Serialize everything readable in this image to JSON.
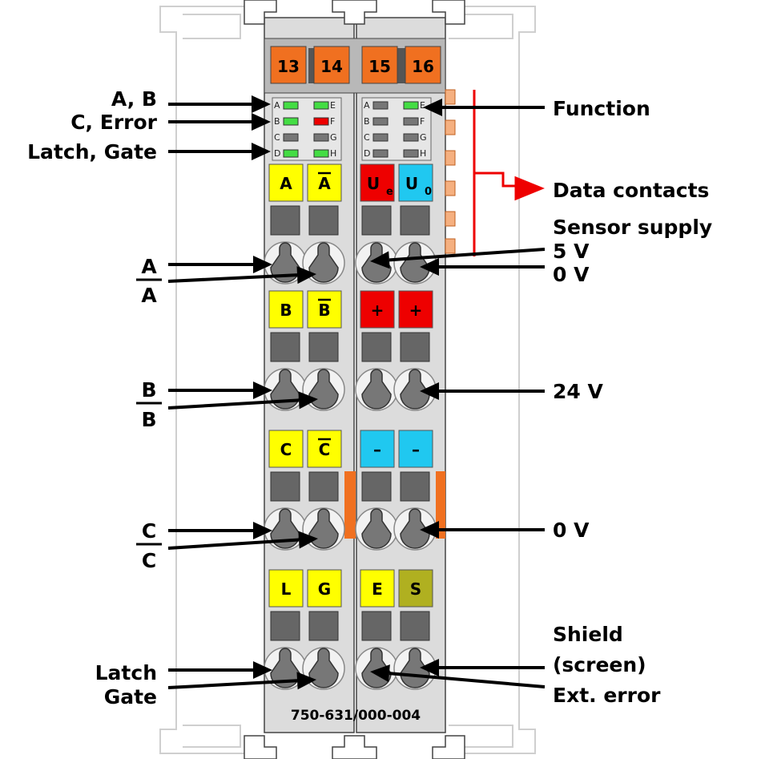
{
  "terminal_numbers": [
    "13",
    "14",
    "15",
    "16"
  ],
  "led_letters": [
    "A",
    "B",
    "C",
    "D",
    "E",
    "F",
    "G",
    "H"
  ],
  "left_labels": {
    "ab": "A, B",
    "c_error": "C, Error",
    "latch_gate": "Latch, Gate",
    "a": "A",
    "a_bar": "A",
    "b": "B",
    "b_bar": "B",
    "c": "C",
    "c_bar": "C",
    "latch": "Latch",
    "gate": "Gate"
  },
  "right_labels": {
    "function": "Function",
    "data_contacts": "Data contacts",
    "sensor_supply": "Sensor supply",
    "v5": "5 V",
    "v0a": "0 V",
    "v24": "24 V",
    "v0b": "0 V",
    "shield": "Shield",
    "screen": "(screen)",
    "ext_error": "Ext. error"
  },
  "tags": {
    "row1": [
      "A",
      "A",
      "U",
      "U"
    ],
    "row1_sub": [
      "e",
      "0"
    ],
    "row2": [
      "B",
      "B",
      "+",
      "+"
    ],
    "row3": [
      "C",
      "C",
      "–",
      "–"
    ],
    "row4": [
      "L",
      "G",
      "E",
      "S"
    ]
  },
  "model": "750-631/000-004",
  "colors": {
    "orange": "#f07020",
    "yellow": "#ffff00",
    "red": "#ee0000",
    "cyan": "#20c8f0",
    "olive": "#b0b020",
    "body": "#dcdcdc",
    "led_green": "#44dd44",
    "led_red": "#ee0000",
    "led_grey": "#777777"
  }
}
